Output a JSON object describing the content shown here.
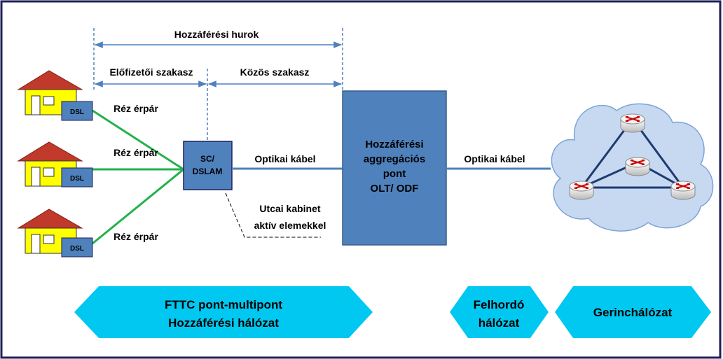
{
  "dimensions": {
    "access_loop": "Hozzáférési hurok",
    "subscriber_section": "Előfizetői szakasz",
    "common_section": "Közös szakasz"
  },
  "houses": [
    {
      "dsl_label": "DSL",
      "link_label": "Réz érpár"
    },
    {
      "dsl_label": "DSL",
      "link_label": "Réz érpár"
    },
    {
      "dsl_label": "DSL",
      "link_label": "Réz érpár"
    }
  ],
  "dslam": {
    "line1": "SC/",
    "line2": "DSLAM"
  },
  "fiber_link_1": "Optikai kábel",
  "cabinet_note": {
    "line1": "Utcai kabinet",
    "line2": "aktív elemekkel"
  },
  "aggregation_node": {
    "line1": "Hozzáférési",
    "line2": "aggregációs",
    "line3": "pont",
    "line4": "OLT/ ODF"
  },
  "fiber_link_2": "Optikai kábel",
  "banners": {
    "fttc_line1": "FTTC pont-multipont",
    "fttc_line2": "Hozzáférési hálózat",
    "backhaul_line1": "Felhordó",
    "backhaul_line2": "hálózat",
    "backbone": "Gerinchálózat"
  },
  "colors": {
    "frame": "#1f1f5a",
    "box_blue": "#4f81bd",
    "box_border": "#385d8a",
    "roof": "#c0392b",
    "house_wall": "#ffff00",
    "copper_line": "#22b14c",
    "fiber_line": "#4f81bd",
    "banner_cyan": "#00c8f0",
    "cloud_fill": "#c6d9f1",
    "cloud_stroke": "#7da3d8",
    "router_mark": "#cc0000"
  },
  "icons": [
    "house-icon",
    "router-icon",
    "cloud-icon"
  ]
}
